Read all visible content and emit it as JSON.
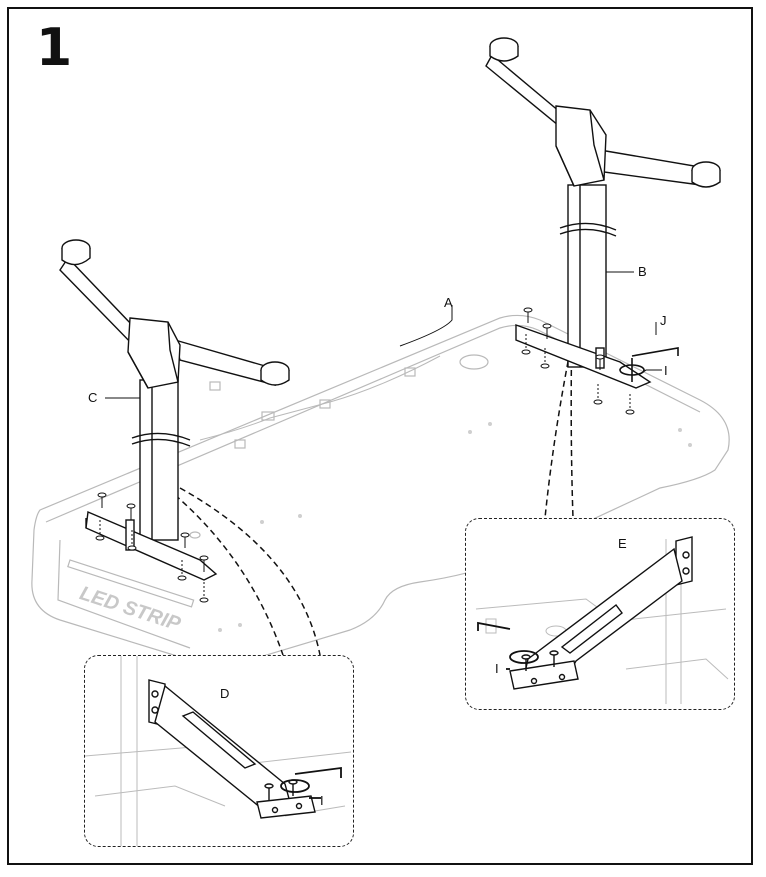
{
  "step": {
    "number": "1"
  },
  "callouts": {
    "tabletop": "A",
    "right_leg": "B",
    "left_leg": "C",
    "left_bracket": "D",
    "right_bracket": "E",
    "screw": "I",
    "hex_key": "J"
  },
  "tabletop_print": "LED STRIP",
  "colors": {
    "line": "#111111",
    "ghost": "#b9b9b9",
    "background": "#ffffff"
  }
}
